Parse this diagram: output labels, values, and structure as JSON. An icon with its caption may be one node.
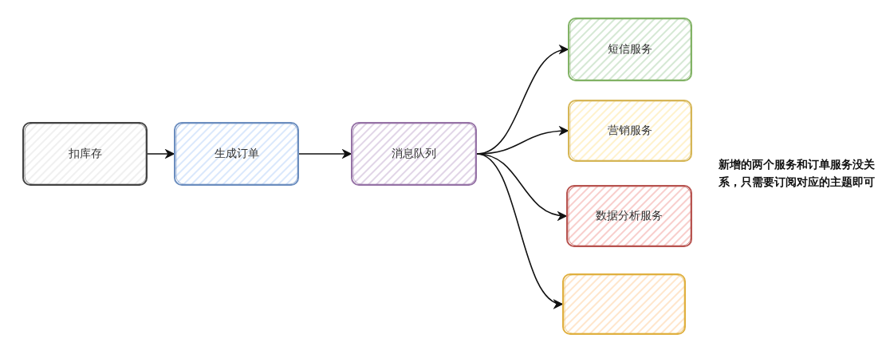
{
  "diagram": {
    "nodes": [
      {
        "text": [
          "扣库存"
        ]
      },
      {
        "text": [
          "生成订单"
        ]
      },
      {
        "text": [
          "消息队列"
        ]
      },
      {
        "text": [
          "短信服务"
        ]
      },
      {
        "text": [
          "营销服务"
        ]
      },
      {
        "text": [
          "数据分析服务"
        ]
      },
      {
        "text": [],
        "shape": "box"
      }
    ],
    "edges": [
      {
        "from": 0,
        "to": 1,
        "arrow": "to"
      },
      {
        "from": 1,
        "to": 2,
        "arrow": "to"
      },
      {
        "from": 2,
        "to": 3,
        "arrow": "to"
      },
      {
        "from": 2,
        "to": 4,
        "arrow": "to"
      },
      {
        "from": 2,
        "to": 5,
        "arrow": "to"
      },
      {
        "from": 2,
        "to": 6,
        "arrow": "to"
      }
    ],
    "labels": [
      "新增的两个服务和订单服务没关系，只需要订阅对应的主题即可"
    ]
  }
}
